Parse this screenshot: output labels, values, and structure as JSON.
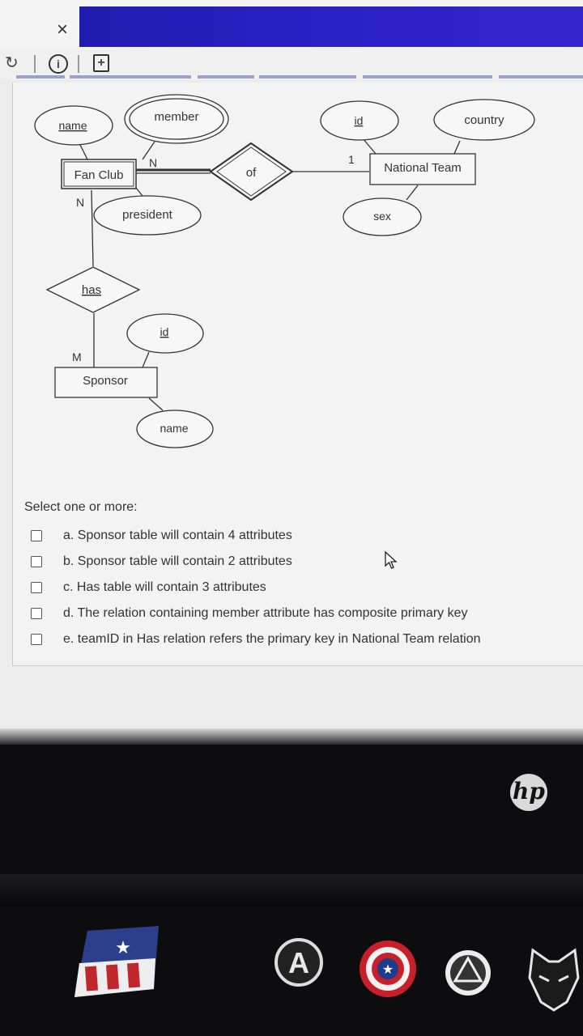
{
  "window": {
    "close_glyph": "×",
    "refresh_glyph": "↻",
    "info_glyph": "i",
    "add_page_glyph": "+"
  },
  "diagram": {
    "entities": {
      "fan_club": "Fan Club",
      "national_team": "National Team",
      "sponsor": "Sponsor"
    },
    "relationships": {
      "of": "of",
      "has": "has"
    },
    "attributes": {
      "fan_name": "name",
      "fan_member": "member",
      "fan_president": "president",
      "team_id": "id",
      "team_country": "country",
      "team_sex": "sex",
      "sponsor_id": "id",
      "sponsor_name": "name"
    },
    "cardinalities": {
      "fan_of": "N",
      "team_of": "1",
      "fan_has": "N",
      "sponsor_has": "M"
    }
  },
  "question": {
    "prompt": "Select one or more:",
    "options": [
      {
        "label": "a. Sponsor table will contain 4 attributes",
        "checked": false
      },
      {
        "label": "b. Sponsor table will contain 2 attributes",
        "checked": false
      },
      {
        "label": "c. Has table will contain 3 attributes",
        "checked": false
      },
      {
        "label": "d. The relation containing member attribute has composite primary key",
        "checked": false
      },
      {
        "label": "e. teamID in Has relation refers the primary key in National Team relation",
        "checked": false
      }
    ]
  },
  "laptop": {
    "brand_logo": "hp"
  },
  "colors": {
    "banner": "#2a20c0",
    "screen_bg": "#f3f3f3",
    "bezel": "#0d0d0f"
  }
}
